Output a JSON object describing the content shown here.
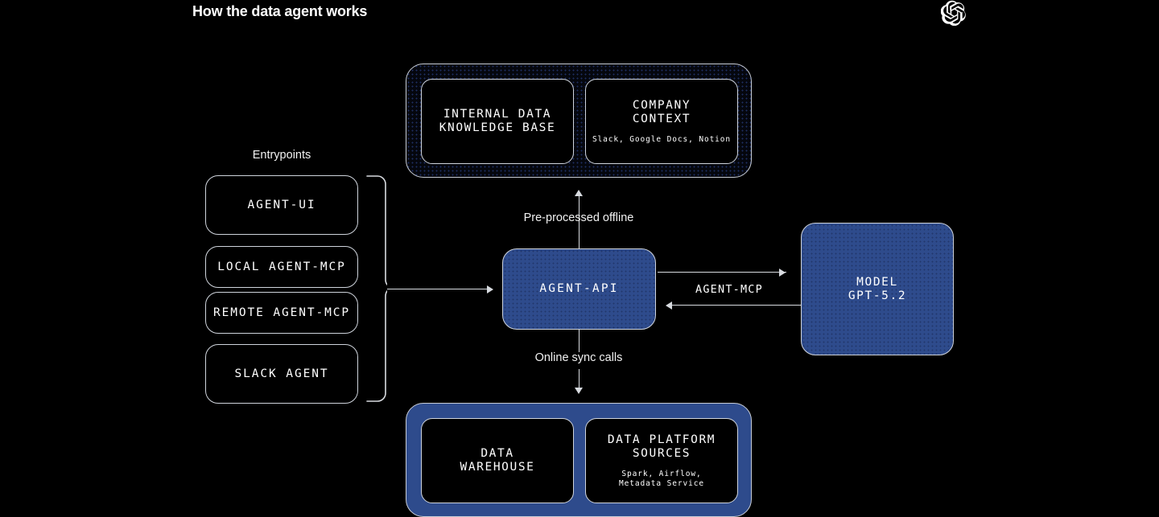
{
  "header": {
    "title": "How the data agent works",
    "logo_icon": "openai-logo-icon"
  },
  "entrypoints": {
    "label": "Entrypoints",
    "items": [
      {
        "label": "AGENT-UI"
      },
      {
        "label": "LOCAL AGENT-MCP"
      },
      {
        "label": "REMOTE AGENT-MCP"
      },
      {
        "label": "SLACK AGENT"
      }
    ]
  },
  "knowledge_group": {
    "boxes": [
      {
        "title": "INTERNAL DATA\nKNOWLEDGE BASE",
        "subtitle": ""
      },
      {
        "title": "COMPANY\nCONTEXT",
        "subtitle": "Slack, Google Docs, Notion"
      }
    ]
  },
  "core": {
    "api": {
      "label": "AGENT-API"
    },
    "model": {
      "label": "MODEL\nGPT-5.2"
    }
  },
  "data_group": {
    "boxes": [
      {
        "title": "DATA\nWAREHOUSE",
        "subtitle": ""
      },
      {
        "title": "DATA PLATFORM\nSOURCES",
        "subtitle": "Spark, Airflow,\nMetadata Service"
      }
    ]
  },
  "edges": {
    "preprocessed": "Pre-processed offline",
    "online_sync": "Online sync calls",
    "agent_mcp": "AGENT-MCP"
  },
  "colors": {
    "background": "#000000",
    "accent_blue": "#2e4b8c",
    "dot_blue": "#1e2f63",
    "stroke": "#cfd4dc",
    "text": "#ffffff"
  }
}
